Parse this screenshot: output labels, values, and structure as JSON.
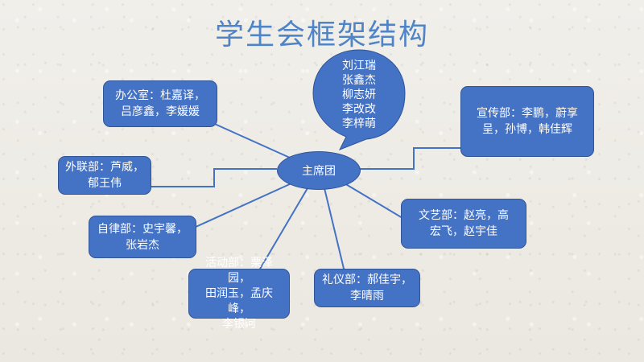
{
  "title": "学生会框架结构",
  "center": {
    "label": "主席团",
    "members": [
      "刘江瑞",
      "张鑫杰",
      "柳志妍",
      "李改改",
      "李梓萌"
    ]
  },
  "departments": {
    "office": [
      "办公室：杜嘉译，",
      "吕彦鑫，李媛媛"
    ],
    "external": [
      "外联部：芦威，",
      "郁王伟"
    ],
    "discipline": [
      "自律部：史宇馨，",
      "张岩杰"
    ],
    "activity": [
      "活动部：栗泽园，",
      "田润玉，孟庆峰，",
      "李银河"
    ],
    "etiquette": [
      "礼仪部：郝佳宇，",
      "李晴雨"
    ],
    "arts": [
      "文艺部：赵亮，高",
      "宏飞，赵宇佳"
    ],
    "publicity": [
      "宣传部：李鹏，蔚享",
      "呈，孙博，韩佳辉"
    ]
  },
  "colors": {
    "box_fill": "#4472c4",
    "box_border": "#2f5597",
    "connector": "#4472c4",
    "title": "#4f84c6"
  }
}
